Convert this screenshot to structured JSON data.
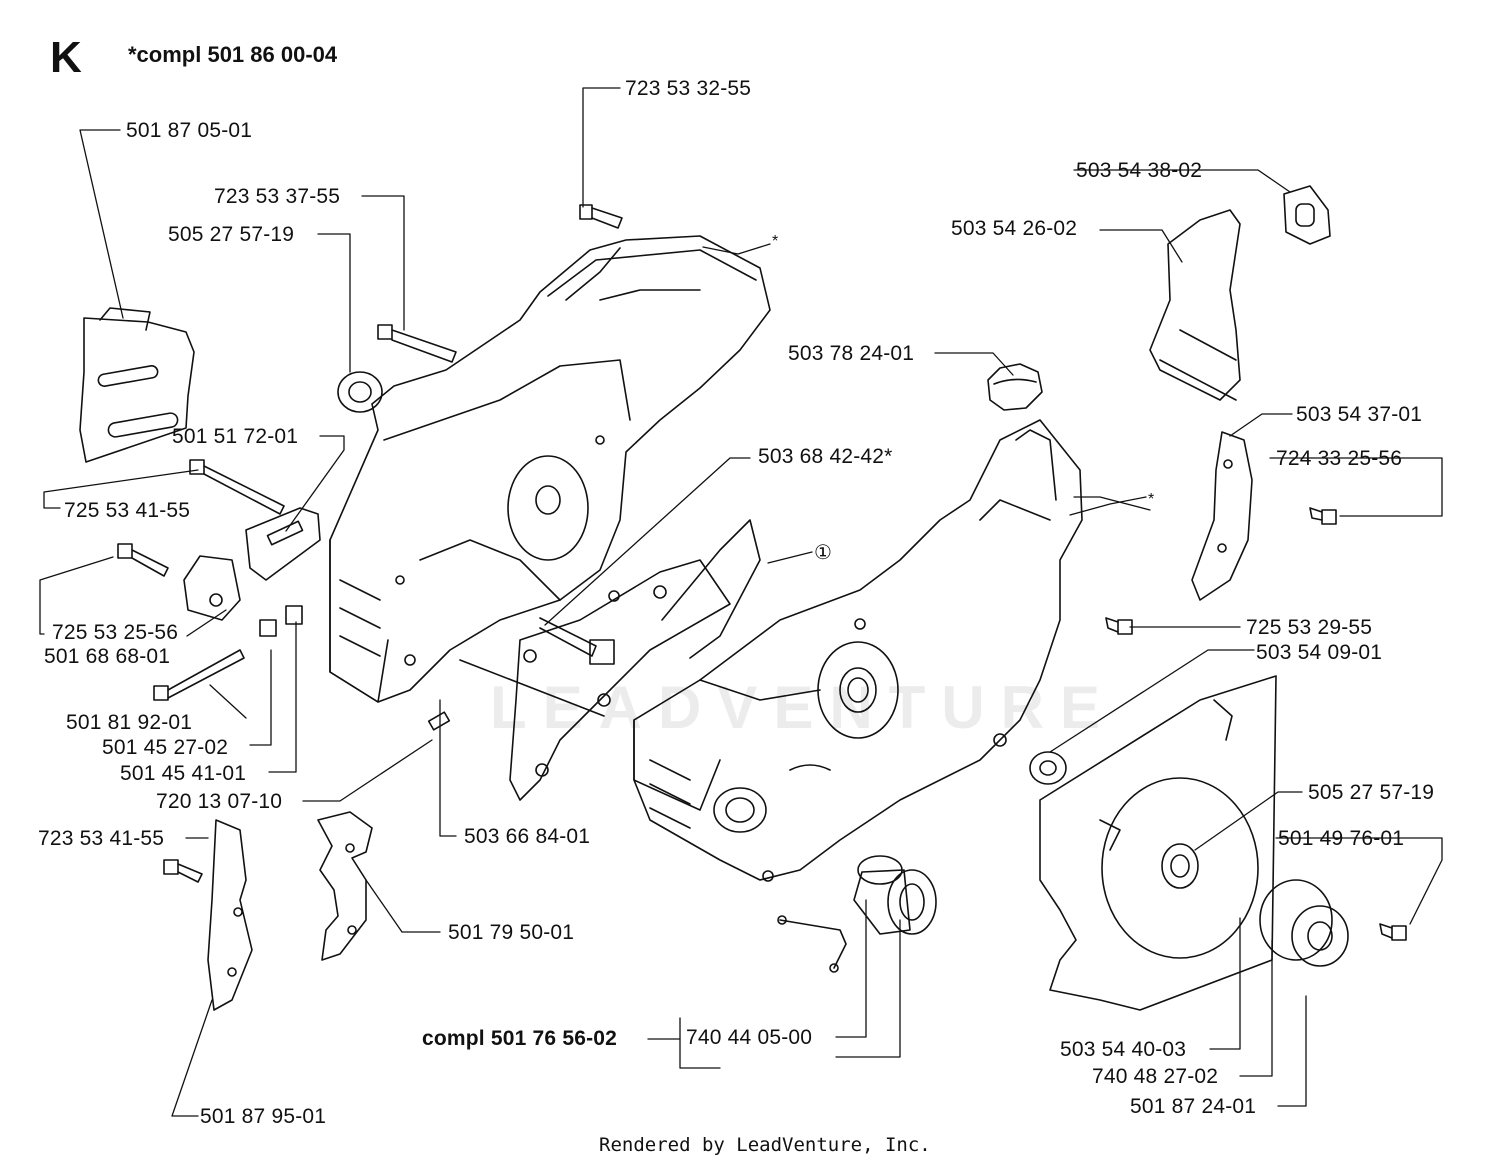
{
  "section_letter": "K",
  "assembly_title": "*compl 501 86 00-04",
  "watermark": "LEADVENTURE",
  "footer": "Rendered by LeadVenture, Inc.",
  "callout_marker": "①",
  "labels": {
    "p723533255": "723 53 32-55",
    "p501870501": "501 87 05-01",
    "p723533755": "723 53 37-55",
    "p505275719a": "505 27 57-19",
    "p503543802": "503 54 38-02",
    "p503542602": "503 54 26-02",
    "p503782401": "503 78 24-01",
    "p501517201": "501 51 72-01",
    "p503684242": "503 68 42-42*",
    "p503543701": "503 54 37-01",
    "p724332556": "724 33 25-56",
    "p725534155": "725 53 41-55",
    "p725532556": "725 53 25-56",
    "p501686801": "501 68 68-01",
    "p725532955": "725 53 29-55",
    "p503540901": "503 54 09-01",
    "p501819201": "501 81 92-01",
    "p501452702": "501 45 27-02",
    "p501454101": "501 45 41-01",
    "p720130710": "720 13 07-10",
    "p505275719b": "505 27 57-19",
    "p723534155": "723 53 41-55",
    "p503668401": "503 66 84-01",
    "p501497601": "501 49 76-01",
    "p501795001": "501 79 50-01",
    "compl_501765602": "compl 501 76 56-02",
    "p740440500": "740 44 05-00",
    "p503544003": "503 54 40-03",
    "p740482702": "740 48 27-02",
    "p501872401": "501 87 24-01",
    "p501879501": "501 87 95-01",
    "star_a": "*",
    "star_b": "*"
  }
}
